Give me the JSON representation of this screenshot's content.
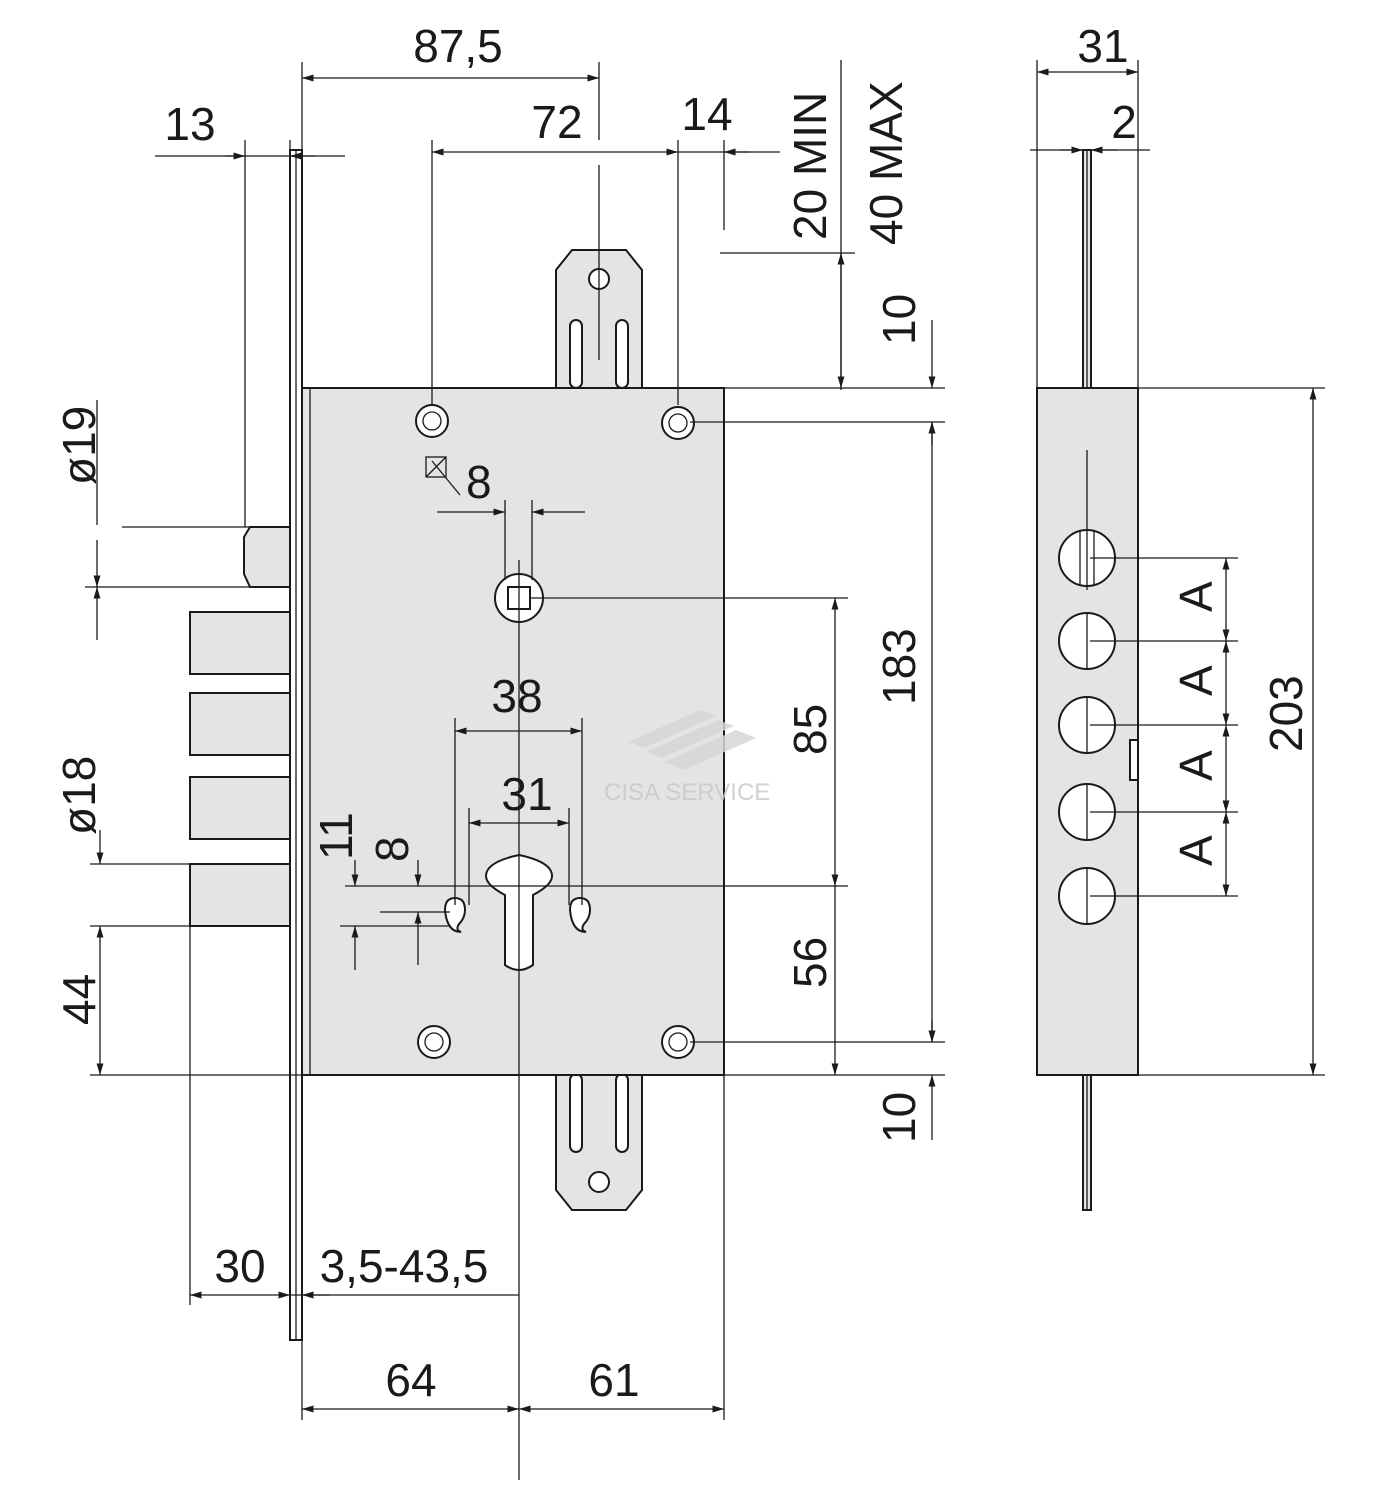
{
  "colors": {
    "body_fill": "#e4e4e6",
    "line": "#1a1a1a",
    "watermark": "#c8c9cc",
    "background": "#ffffff"
  },
  "watermark": {
    "text": "CISA SERVICE"
  },
  "dimensions": {
    "d87_5": "87,5",
    "d72": "72",
    "d14": "14",
    "d13": "13",
    "d20min": "20 MIN",
    "d40max": "40 MAX",
    "d10_top": "10",
    "d10_bottom": "10",
    "phi19": "ø19",
    "phi18": "ø18",
    "d44": "44",
    "d8_square": "8",
    "d38": "38",
    "d31_front": "31",
    "d11": "11",
    "d8_small": "8",
    "d85": "85",
    "d56": "56",
    "d183": "183",
    "d30": "30",
    "d3_5_43_5": "3,5-43,5",
    "d64": "64",
    "d61": "61",
    "d31_side": "31",
    "d2": "2",
    "d203": "203",
    "a_labels": [
      "A",
      "A",
      "A",
      "A"
    ]
  }
}
